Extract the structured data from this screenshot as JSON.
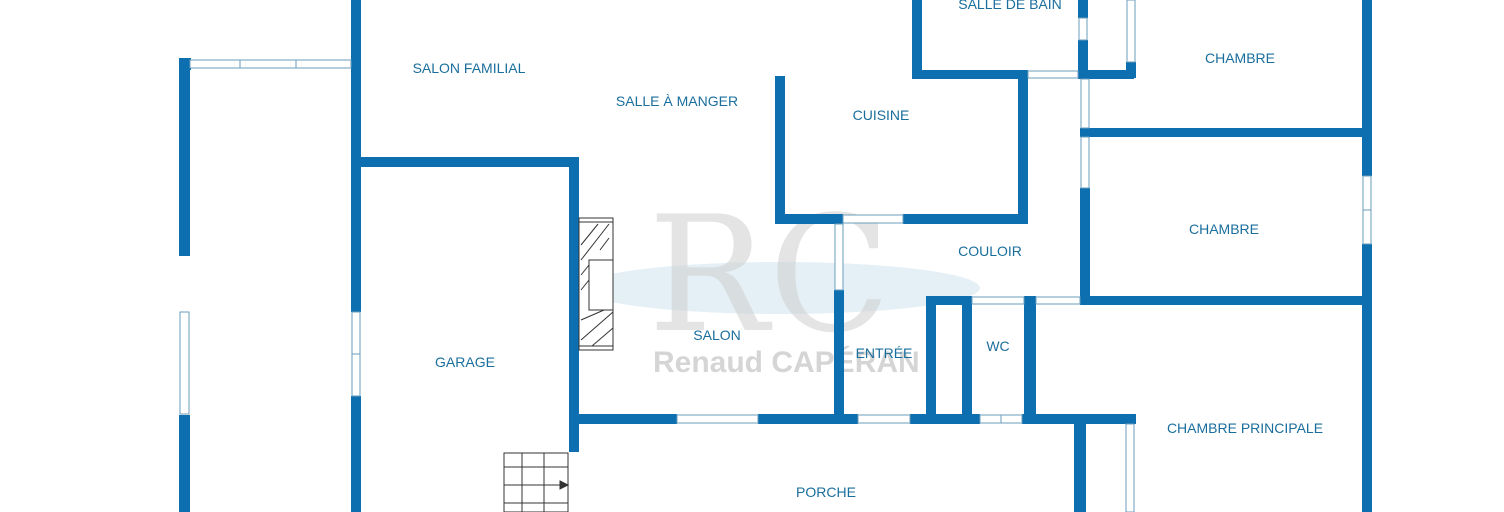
{
  "rooms": {
    "salon_familial": "SALON FAMILIAL",
    "salle_a_manger": "SALLE À MANGER",
    "salle_de_bain": "SALLE DE BAIN",
    "chambre_1": "CHAMBRE",
    "cuisine": "CUISINE",
    "chambre_2": "CHAMBRE",
    "couloir": "COULOIR",
    "garage": "GARAGE",
    "salon": "SALON",
    "entree": "ENTRÉE",
    "wc": "WC",
    "chambre_principale": "CHAMBRE PRINCIPALE",
    "porche": "PORCHE"
  },
  "watermark": {
    "logo_letters": "RC",
    "name": "Renaud CAPÉRAN"
  },
  "colors": {
    "wall": "#0e6fb0",
    "label": "#1a6e9c",
    "watermark": "#c8c8c8"
  }
}
